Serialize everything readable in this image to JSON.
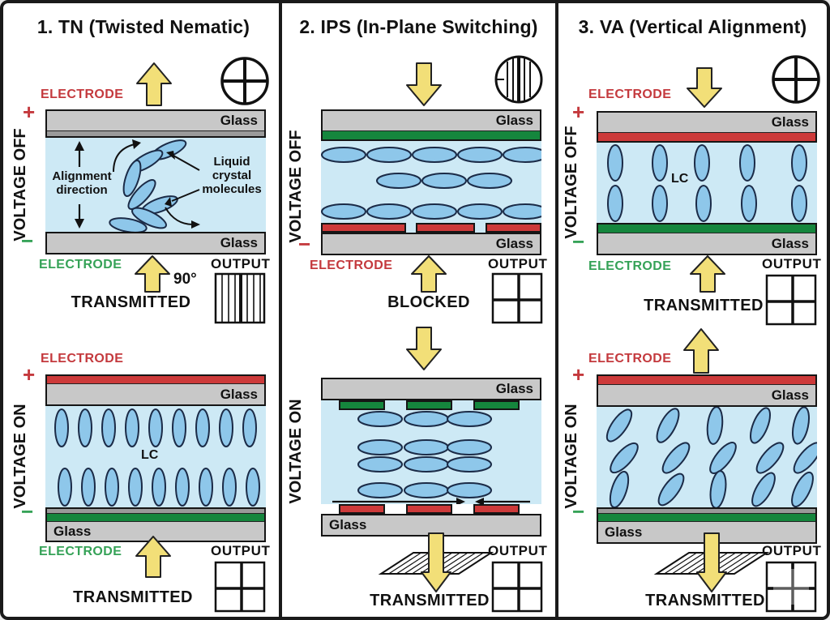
{
  "labels": {
    "glass": "Glass",
    "electrode": "ELECTRODE",
    "output": "OUTPUT",
    "voltage_off": "VOLTAGE OFF",
    "voltage_on": "VOLTAGE ON",
    "plus": "+",
    "minus": "−",
    "lc": "LC"
  },
  "columns": [
    {
      "id": "tn",
      "title": "1. TN (Twisted Nematic)",
      "polarizer_icon": "circle-crossed-polarizers",
      "off": {
        "state": "VOLTAGE OFF",
        "top_sign": "+",
        "bottom_sign": "−",
        "alignment_note": "Alignment direction",
        "molecule_note": "Liquid crystal molecules",
        "angle": "90°",
        "result": "TRANSMITTED",
        "output_pattern": "vertical-lines",
        "light_top": "up",
        "light_bottom": "up"
      },
      "on": {
        "state": "VOLTAGE ON",
        "top_sign": "+",
        "bottom_sign": "−",
        "lc_label": "LC",
        "result": "TRANSMITTED",
        "output_pattern": "cross",
        "light_bottom": "up"
      }
    },
    {
      "id": "ips",
      "title": "2. IPS (In-Plane Switching)",
      "polarizer_icon": "circle-vertical-lines",
      "off": {
        "state": "VOLTAGE OFF",
        "bottom_sign": "−",
        "result": "BLOCKED",
        "output_pattern": "cross",
        "light_top": "down",
        "light_bottom": "up"
      },
      "on": {
        "state": "VOLTAGE ON",
        "result": "TRANSMITTED",
        "output_pattern": "cross",
        "light_top": "down",
        "light_bottom": "down-through-polarizer"
      }
    },
    {
      "id": "va",
      "title": "3. VA (Vertical Alignment)",
      "polarizer_icon": "circle-crossed-polarizers",
      "off": {
        "state": "VOLTAGE OFF",
        "top_sign": "+",
        "bottom_sign": "−",
        "lc_label": "LC",
        "result": "TRANSMITTED",
        "output_pattern": "cross",
        "light_top": "down",
        "light_bottom": "up"
      },
      "on": {
        "state": "VOLTAGE ON",
        "top_sign": "+",
        "bottom_sign": "−",
        "result": "TRANSMITTED",
        "output_pattern": "cross-gray",
        "light_top": "up",
        "light_bottom": "down-through-polarizer"
      }
    }
  ],
  "colors": {
    "electrode_red": "#cd3a3a",
    "electrode_green": "#15863d",
    "electrode_red_text": "#c4393d",
    "electrode_green_text": "#35a257",
    "arrow_yellow": "#f2df78",
    "lc_background": "#cde9f5",
    "molecule_blue": "#8ec7ea",
    "glass_gray": "#c8c8c8"
  }
}
